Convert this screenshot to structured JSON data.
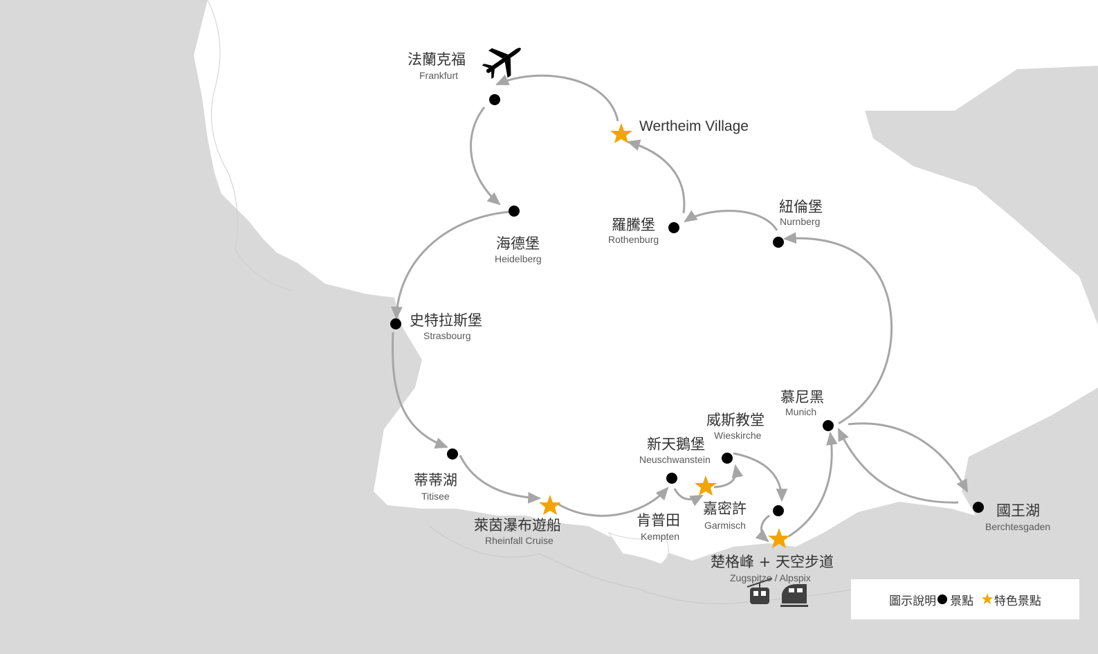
{
  "colors": {
    "land_bg": "#d9d9d9",
    "region": "#ffffff",
    "route": "#a6a6a6",
    "stop": "#000000",
    "featured": "#f2a500"
  },
  "places": {
    "frankfurt": {
      "zh": "法蘭克福",
      "en": "Frankfurt"
    },
    "wertheim": {
      "label": "Wertheim Village"
    },
    "heidelberg": {
      "zh": "海德堡",
      "en": "Heidelberg"
    },
    "rothenburg": {
      "zh": "羅騰堡",
      "en": "Rothenburg"
    },
    "nurnberg": {
      "zh": "紐倫堡",
      "en": "Nurnberg"
    },
    "strasbourg": {
      "zh": "史特拉斯堡",
      "en": "Strasbourg"
    },
    "munich": {
      "zh": "慕尼黑",
      "en": "Munich"
    },
    "wieskirche": {
      "zh": "威斯教堂",
      "en": "Wieskirche"
    },
    "neuschwanstein": {
      "zh": "新天鵝堡",
      "en": "Neuschwanstein"
    },
    "titisee": {
      "zh": "蒂蒂湖",
      "en": "Titisee"
    },
    "rheinfall": {
      "zh": "萊茵瀑布遊船",
      "en": "Rheinfall Cruise"
    },
    "kempten": {
      "zh": "肯普田",
      "en": "Kempten"
    },
    "garmisch": {
      "zh": "嘉密許",
      "en": "Garmisch"
    },
    "berchtesgaden": {
      "zh": "國王湖",
      "en": "Berchtesgaden"
    },
    "zugspitze": {
      "zh": "楚格峰 + 天空步道",
      "en": "Zugspitze / Alpspix"
    }
  },
  "icons": [
    "airplane-icon",
    "cable-car-icon",
    "train-icon"
  ],
  "legend": {
    "title": "圖示說明",
    "stop_label": "景點",
    "featured_label": "特色景點"
  }
}
